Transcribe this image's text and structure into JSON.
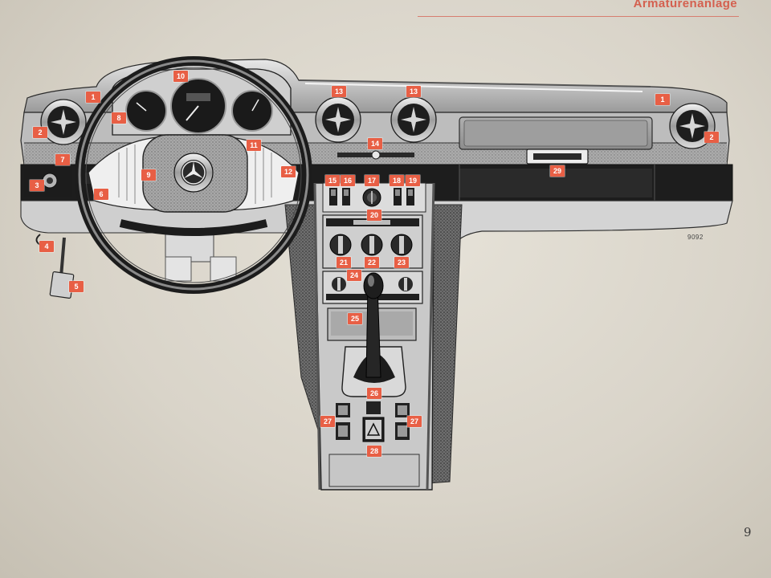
{
  "page": {
    "section_title": "Armaturenanlage",
    "page_number": "9",
    "figure_code": "9092"
  },
  "callouts": [
    {
      "id": "c1a",
      "label": "1"
    },
    {
      "id": "c1b",
      "label": "1"
    },
    {
      "id": "c2a",
      "label": "2"
    },
    {
      "id": "c2b",
      "label": "2"
    },
    {
      "id": "c3",
      "label": "3"
    },
    {
      "id": "c4",
      "label": "4"
    },
    {
      "id": "c5",
      "label": "5"
    },
    {
      "id": "c6",
      "label": "6"
    },
    {
      "id": "c7",
      "label": "7"
    },
    {
      "id": "c8",
      "label": "8"
    },
    {
      "id": "c9",
      "label": "9"
    },
    {
      "id": "c10",
      "label": "10"
    },
    {
      "id": "c11",
      "label": "11"
    },
    {
      "id": "c12",
      "label": "12"
    },
    {
      "id": "c13a",
      "label": "13"
    },
    {
      "id": "c13b",
      "label": "13"
    },
    {
      "id": "c14",
      "label": "14"
    },
    {
      "id": "c15",
      "label": "15"
    },
    {
      "id": "c16",
      "label": "16"
    },
    {
      "id": "c17",
      "label": "17"
    },
    {
      "id": "c18",
      "label": "18"
    },
    {
      "id": "c19",
      "label": "19"
    },
    {
      "id": "c20",
      "label": "20"
    },
    {
      "id": "c21",
      "label": "21"
    },
    {
      "id": "c22",
      "label": "22"
    },
    {
      "id": "c23",
      "label": "23"
    },
    {
      "id": "c24",
      "label": "24"
    },
    {
      "id": "c25",
      "label": "25"
    },
    {
      "id": "c26",
      "label": "26"
    },
    {
      "id": "c27a",
      "label": "27"
    },
    {
      "id": "c27b",
      "label": "27"
    },
    {
      "id": "c28",
      "label": "28"
    },
    {
      "id": "c29",
      "label": "29"
    }
  ],
  "colors": {
    "callout": "#e85f45",
    "title": "#d4604f",
    "paper": "#dcd7cc",
    "ink": "#1e1e1e"
  },
  "icons": {
    "hazard_switch": "warning-triangle-icon",
    "steering_emblem": "three-pointed-star-icon"
  }
}
